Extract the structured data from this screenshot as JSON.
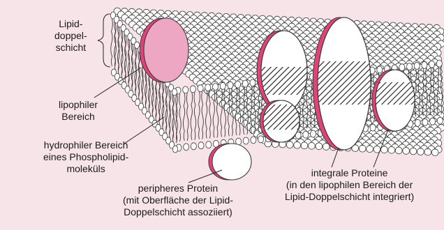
{
  "labels": {
    "lipid_bilayer": [
      "Lipid-",
      "doppel-",
      "schicht"
    ],
    "lipophilic_region": [
      "lipophiler",
      "Bereich"
    ],
    "hydrophilic_region": [
      "hydrophiler Bereich",
      "eines Phospholipid-",
      "moleküls"
    ],
    "peripheral_protein": [
      "peripheres Protein",
      "(mit Oberfläche der Lipid-",
      "Doppelschicht assoziiert)"
    ],
    "integral_proteins": [
      "integrale Proteine",
      "(in den lipophilen Bereich der",
      "Lipid-Doppelschicht integriert)"
    ]
  },
  "colors": {
    "background": "#f7e4e9",
    "protein_rim": "#e2417a",
    "protein_pink": "#eea7c3",
    "head": "#ffffff",
    "outline": "#3a3a3a"
  }
}
